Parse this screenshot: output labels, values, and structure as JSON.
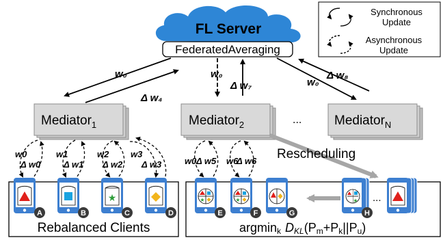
{
  "server": {
    "title": "FL Server",
    "aggregator": "FederatedAveraging"
  },
  "legend": {
    "sync_label_line1": "Synchronous",
    "sync_label_line2": "Update",
    "async_label_line1": "Asynchronous",
    "async_label_line2": "Update"
  },
  "mediators": {
    "m1_label": "Mediator",
    "m1_sub": "1",
    "m2_label": "Mediator",
    "m2_sub": "2",
    "ellipsis": "...",
    "mn_label": "Mediator",
    "mn_sub": "N"
  },
  "server_links": {
    "m1_down": "w₀",
    "m1_up": "Δ w₄",
    "m2_down": "w₀",
    "m2_up": "Δ w₇",
    "mn_down": "w₀",
    "mn_up": "Δ w₈"
  },
  "client_links": {
    "a_down": "w0",
    "a_up": "Δ w0",
    "b_down": "w1",
    "b_up": "Δ w1",
    "c_down": "w2",
    "c_up": "Δ w2",
    "d_down": "w3",
    "d_up": "Δ w3",
    "e_down": "w0",
    "e_up": "Δ w5",
    "f_down": "w6",
    "f_up": "Δ w6"
  },
  "rescheduling": "Rescheduling",
  "clients": {
    "a": "A",
    "b": "B",
    "c": "C",
    "d": "D",
    "e": "E",
    "f": "F",
    "g": "G",
    "h": "H",
    "ellipsis": "..."
  },
  "group_labels": {
    "rebalanced": "Rebalanced Clients",
    "argmin_prefix": "argmin",
    "argmin_sub": "k",
    "argmin_expr": "D",
    "argmin_kl": "KL",
    "argmin_args": "(P",
    "argmin_m": "m",
    "argmin_plus": "+P",
    "argmin_k": "k",
    "argmin_sep": "||P",
    "argmin_u": "u",
    "argmin_close": ")"
  },
  "colors": {
    "cloud": "#2e86d6",
    "phone": "#3d7fd0",
    "mediator_front": "#d9d9d9",
    "badge": "#3a3a3a",
    "triangle": "#e0201b",
    "square": "#1aa3e0",
    "star": "#2e9e3a",
    "diamond": "#f2b51c",
    "arrow_gray": "#a6a6a6"
  }
}
